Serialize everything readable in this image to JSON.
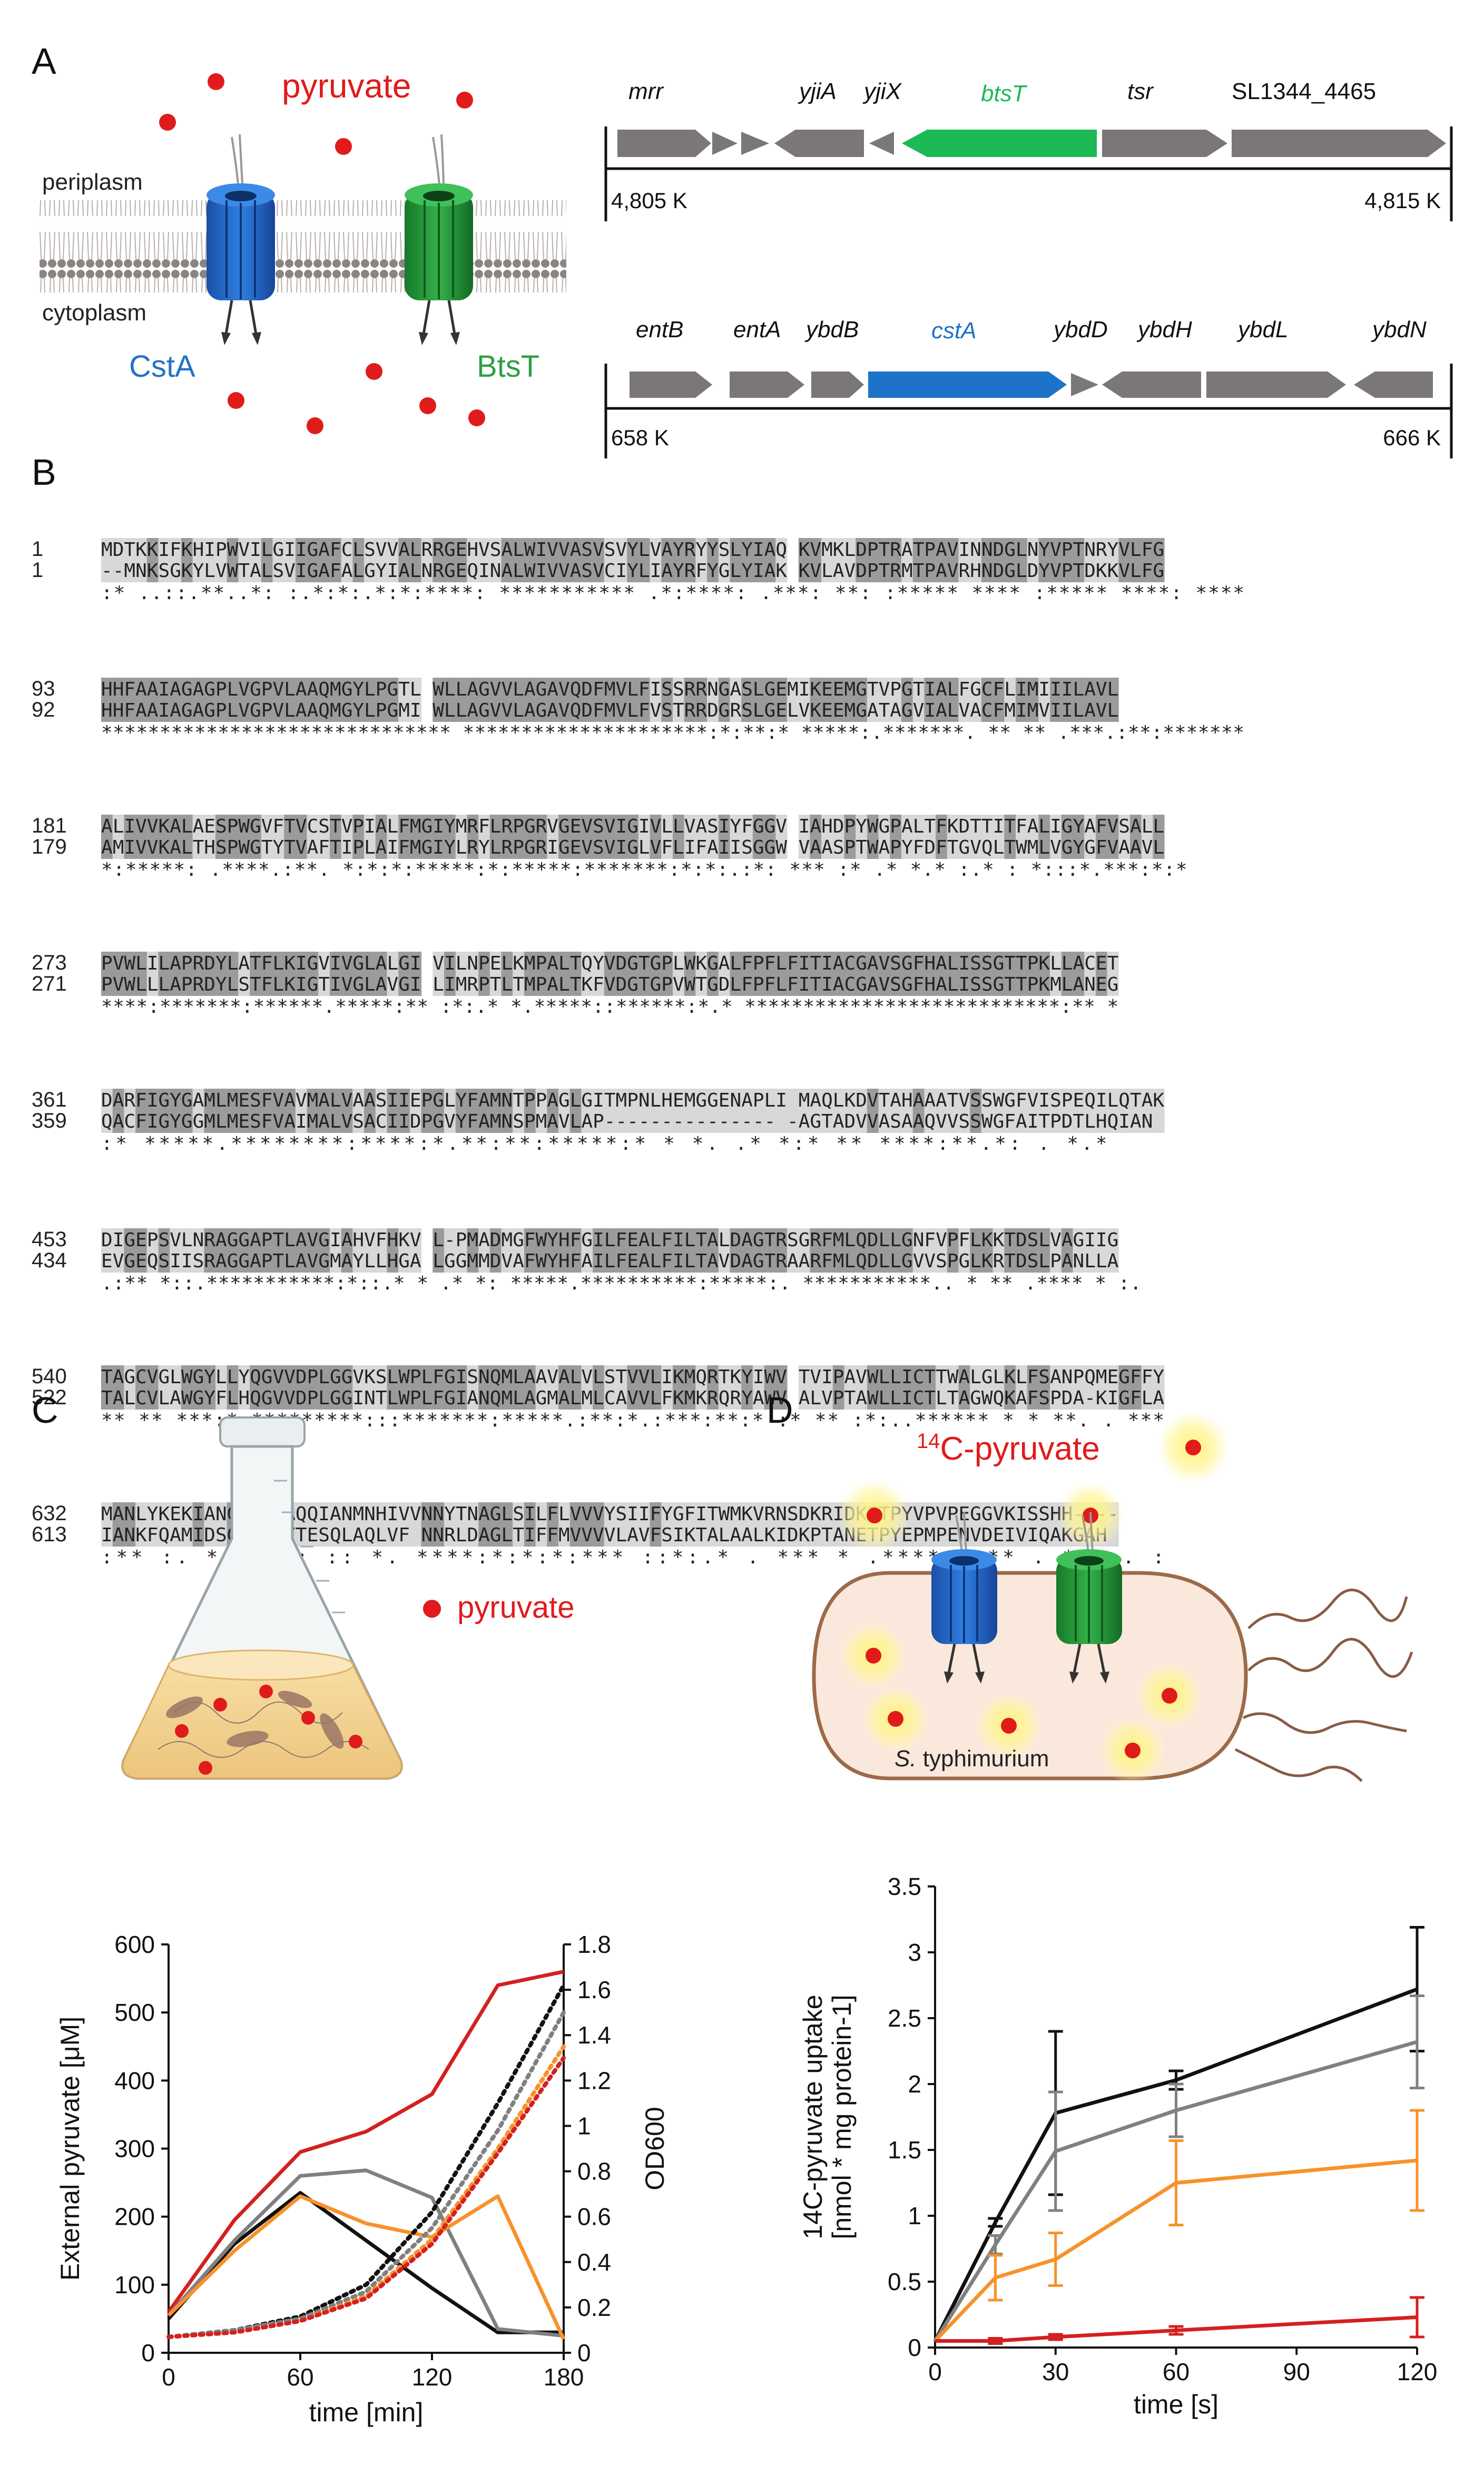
{
  "panels": {
    "a": "A",
    "b": "B",
    "c": "C",
    "d": "D"
  },
  "panel_a": {
    "pyruvate_label": "pyruvate",
    "periplasm": "periplasm",
    "cytoplasm": "cytoplasm",
    "cstA": "CstA",
    "btsT": "BtsT",
    "locus1": {
      "genes": [
        "mrr",
        "yjiA",
        "yjiX",
        "btsT",
        "tsr",
        "SL1344_4465"
      ],
      "left_coord": "4,805 K",
      "right_coord": "4,815 K"
    },
    "locus2": {
      "genes": [
        "entB",
        "entA",
        "ybdB",
        "cstA",
        "ybdD",
        "ybdH",
        "ybdL",
        "ybdN"
      ],
      "left_coord": "658 K",
      "right_coord": "666 K"
    }
  },
  "panel_b": {
    "blocks": [
      {
        "n1": "1",
        "s1": "MDTKKIFKHIPWVILGIIGAFCLSVVALRRGEHVSALWIVVASVSVYLVAYRYYSLYIAQ KVMKLDPTRATPAVINNDGLNYVPTNRYVLFG",
        "n2": "1",
        "s2": "--MNKSGKYLVWTALSVIGAFALGYIALNRGEQINALWIVVASVCIYLIAYRFYGLYIAK KVLAVDPTRMTPAVRHNDGLDYVPTDKKVLFG",
        "c": " :*  ..::.**..*: :.*:*:.*:*:****: ***********  .*:****: .***:  **: :*****  ****  :*****  ****:  ****"
      },
      {
        "n1": "93",
        "s1": "HHFAAIAGAGPLVGPVLAAQMGYLPGTL WLLAGVVLAGAVQDFMVLFISSRRNGASLGEMIKEEMGTVPGTIALFGCFLIMIIILAVL",
        "n2": "92",
        "s2": "HHFAAIAGAGPLVGPVLAAQMGYLPGMI WLLAGVVLAGAVQDFMVLFVSTRRDGRSLGELVKEEMGATAGVIALVACFMIMVIILAVL",
        "c": "******************************  *********************:*:**:* *****:.*******.  ** ** .***.:**:*******"
      },
      {
        "n1": "181",
        "s1": "ALIVVKALAESPWGVFTVCSTVPIALFMGIYMRFLRPGRVGEVSVIGIVLLVASIYFGGV IAHDPYWGPALTFKDTTITFALIGYAFVSALL",
        "n2": "179",
        "s2": "AMIVVKALTHSPWGTYTVAFTIPLAIFMGIYLRYLRPGRIGEVSVIGLVFLIFAIISGGW VAASPTWAPYFDFTGVQLTWMLVGYGFVAAVL",
        "c": " *:*****: .****.:**. *:*:*:*****:*:*****:*******:*:*:.:*: *** :*  .* *.* :.*   :  *:::*.***:*:*"
      },
      {
        "n1": "273",
        "s1": "PVWLILAPRDYLATFLKIGVIVGLALGI VILNPELKMPALTQYVDGTGPLWKGALFPFLFITIACGAVSGFHALISSGTTPKLLACET",
        "n2": "271",
        "s2": "PVWLLLAPRDYLSTFLKIGTIVGLAVGI LIMRPTLTMPALTKFVDGTGPVWTGDLFPFLFITIACGAVSGFHALISSGTTPKMLANEG",
        "c": "****:*******:******.*****:**  :*:.* *.*****::******:*.* ***************************:**  *"
      },
      {
        "n1": "361",
        "s1": "DARFIGYGAMLMESFVAVMALVAASIIEPGLYFAMNTPPAGLGITMPNLHEMGGENAPLI MAQLKDVTAHAAATVSSWGFVISPEQILQTAK",
        "n2": "359",
        "s2": "QACFIGYGGMLMESFVAIMALVSACIIDPGVYFAMNSPMAVLAP--------------- -AGTADVVASAAQVVSSWGFAITPDTLHQIAN",
        "c": " :* *****.********:****:*.**:**:*****:* * *.                .* *:* **  ****:**.*:  . *.*"
      },
      {
        "n1": "453",
        "s1": "DIGEPSVLNRAGGAPTLAVGIAHVFHKV L-PMADMGFWYHFGILFEALFILTALDAGTRSGRFMLQDLLGNFVPFLKKTDSLVAGIIG",
        "n2": "434",
        "s2": "EVGEQSIISRAGGAPTLAVGMAYLLHGA LGGMMDVAFWYHFAILFEALFILTAVDAGTRAARFMLQDLLGVVSPGLKRTDSLPANLLA",
        "c": ".:** *::.***********:*::.*  *  .* *: *****.**********:*****:. ***********.. * ** .**** * :."
      },
      {
        "n1": "540",
        "s1": "TAGCVGLWGYLLYQGVVDPLGGVKSLWPLFGISNQMLAAVALVLSTVVLIKMQRTKYIWV TVIPAVWLLICTTWALGLKLFSANPQMEGFFY",
        "n2": "522",
        "s2": "TALCVLAWGYFLHQGVVDPLGGINTLWPLFGIANQMLAGMALMLCAVVLFKMKRQRYAWV ALVPTAWLLICTLTAGWQKAFSPDA-KIGFLA",
        "c": "** **  ***:*:*********:::*******:*****.:**:*.:***:**:*  :* **  :*:..******  *   * **. .   ***"
      },
      {
        "n1": "632",
        "s1": "MANLYKEKIANGTNLTAQQIANMNHIVVNNYTNAGLSILFLVVVYSIIFYGFITWMKVRNSDKRIDKETPYVPVPEGGVKISSHH----",
        "n2": "613",
        "s2": "IANKFQAMIDSGIPPQYTESQLAQLVF NNRLDAGLTIFFMVVVVLAVFSIKTALAALKIDKPTANETPYEPMPENVDEIVIQAKGAH",
        "c": " :** :.   * .      ::: ::  *.  ****:*:*:*:***  ::*:.*  .   ***  *  .****  *:**  . *  :   .  :"
      }
    ]
  },
  "panel_c": {
    "pyruvate_label": "pyruvate",
    "chart_data": {
      "type": "line",
      "xlabel": "time [min]",
      "ylabel": "External pyruvate [μM]",
      "y2label": "OD600",
      "xlim": [
        0,
        180
      ],
      "ylim": [
        0,
        600
      ],
      "y2lim": [
        0,
        1.8
      ],
      "x_ticks": [
        "0",
        "60",
        "120",
        "180"
      ],
      "y_ticks": [
        "0",
        "100",
        "200",
        "300",
        "400",
        "500",
        "600"
      ],
      "y2_ticks": [
        "0",
        "0.2",
        "0.4",
        "0.6",
        "0.8",
        "1",
        "1.2",
        "1.4",
        "1.6",
        "1.8"
      ],
      "series": [
        {
          "color": "#d42020",
          "axis": "left",
          "style": "solid",
          "x": [
            0,
            30,
            60,
            90,
            120,
            150,
            180
          ],
          "y": [
            60,
            195,
            295,
            325,
            380,
            540,
            560
          ]
        },
        {
          "color": "#111111",
          "axis": "left",
          "style": "solid",
          "x": [
            0,
            30,
            60,
            90,
            120,
            150,
            180
          ],
          "y": [
            50,
            160,
            235,
            165,
            95,
            30,
            30
          ]
        },
        {
          "color": "#808080",
          "axis": "left",
          "style": "solid",
          "x": [
            0,
            30,
            60,
            90,
            120,
            150,
            180
          ],
          "y": [
            55,
            165,
            260,
            268,
            228,
            35,
            25
          ]
        },
        {
          "color": "#f7922a",
          "axis": "left",
          "style": "solid",
          "x": [
            0,
            30,
            60,
            90,
            120,
            150,
            180
          ],
          "y": [
            55,
            150,
            230,
            190,
            170,
            230,
            20
          ]
        },
        {
          "color": "#111111",
          "axis": "right",
          "style": "dotted",
          "x": [
            0,
            30,
            60,
            90,
            120,
            150,
            180
          ],
          "y": [
            0.07,
            0.1,
            0.16,
            0.3,
            0.62,
            1.1,
            1.62
          ]
        },
        {
          "color": "#808080",
          "axis": "right",
          "style": "dotted",
          "x": [
            0,
            30,
            60,
            90,
            120,
            150,
            180
          ],
          "y": [
            0.07,
            0.1,
            0.15,
            0.27,
            0.55,
            0.98,
            1.5
          ]
        },
        {
          "color": "#f7922a",
          "axis": "right",
          "style": "dotted",
          "x": [
            0,
            30,
            60,
            90,
            120,
            150,
            180
          ],
          "y": [
            0.07,
            0.09,
            0.14,
            0.25,
            0.5,
            0.9,
            1.35
          ]
        },
        {
          "color": "#d42020",
          "axis": "right",
          "style": "dotted",
          "x": [
            0,
            30,
            60,
            90,
            120,
            150,
            180
          ],
          "y": [
            0.07,
            0.09,
            0.14,
            0.24,
            0.48,
            0.88,
            1.3
          ]
        }
      ]
    }
  },
  "panel_d": {
    "pyruvate_label": "14C-pyruvate",
    "pyruvate_sup": "14",
    "pyruvate_main": "C-pyruvate",
    "organism_italic": "S.",
    "organism_rest": " typhimurium",
    "chart_data": {
      "type": "line",
      "xlabel": "time [s]",
      "ylabel": "14C-pyruvate uptake [nmol * mg protein-1]",
      "xlim": [
        0,
        120
      ],
      "ylim": [
        0,
        3.5
      ],
      "x_ticks": [
        "0",
        "30",
        "60",
        "90",
        "120"
      ],
      "y_ticks": [
        "0",
        "0.5",
        "1",
        "1.5",
        "2",
        "2.5",
        "3",
        "3.5"
      ],
      "series": [
        {
          "color": "#111111",
          "x": [
            0,
            15,
            30,
            60,
            120
          ],
          "y": [
            0.05,
            0.95,
            1.78,
            2.03,
            2.72
          ],
          "err": [
            0,
            0.03,
            0.62,
            0.07,
            0.47
          ]
        },
        {
          "color": "#808080",
          "x": [
            0,
            15,
            30,
            60,
            120
          ],
          "y": [
            0.05,
            0.78,
            1.49,
            1.8,
            2.32
          ],
          "err": [
            0,
            0.07,
            0.45,
            0.2,
            0.35
          ]
        },
        {
          "color": "#f7922a",
          "x": [
            0,
            15,
            30,
            60,
            120
          ],
          "y": [
            0.05,
            0.53,
            0.67,
            1.25,
            1.42
          ],
          "err": [
            0,
            0.17,
            0.2,
            0.32,
            0.38
          ]
        },
        {
          "color": "#d42020",
          "x": [
            0,
            15,
            30,
            60,
            120
          ],
          "y": [
            0.05,
            0.05,
            0.08,
            0.13,
            0.23
          ],
          "err": [
            0,
            0.02,
            0.02,
            0.03,
            0.15
          ]
        }
      ]
    }
  }
}
